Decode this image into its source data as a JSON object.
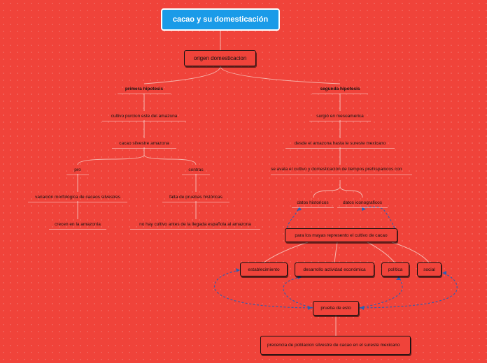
{
  "title": "cacao y su domesticación",
  "root": "origen domesticacion",
  "hypotheses": {
    "first": {
      "label": "primera hipotesis",
      "step1": "cultivo porcion este del amazona",
      "step2": "cacao silvestre amazona",
      "pro": {
        "label": "pro",
        "item1": "variación morfológica de cacaos silvestres",
        "item2": "crecen en la amazonía"
      },
      "contra": {
        "label": "contras",
        "item1": "falta de pruebas históricas",
        "item2": "no hay cultivo antes de la llegada española al amazona"
      }
    },
    "second": {
      "label": "segunda hipotesis",
      "step1": "surgió en mesoamerica",
      "step2": "desde el amazona hasta le sureste mexicano",
      "step3": "se avala el cultivo y domesticación de tiempos prehispanicos con",
      "data_historic": "datos historicos",
      "data_icono": "datos iconograficos",
      "mayas": "para los mayas represento el cultivo de cacao",
      "aspects": {
        "establecimiento": "establecimiento",
        "desarrollo": "desarrollo actividad económica",
        "politica": "política",
        "social": "social"
      },
      "proof": "prueba de esto",
      "presence": "precencia de poblacion silvestre de cacao en el sureste mexicano"
    }
  },
  "colors": {
    "background": "#f0433a",
    "title_fill": "#1a9be8",
    "connector": "#f5b5ad",
    "dashed_link": "#2f5fb0"
  }
}
